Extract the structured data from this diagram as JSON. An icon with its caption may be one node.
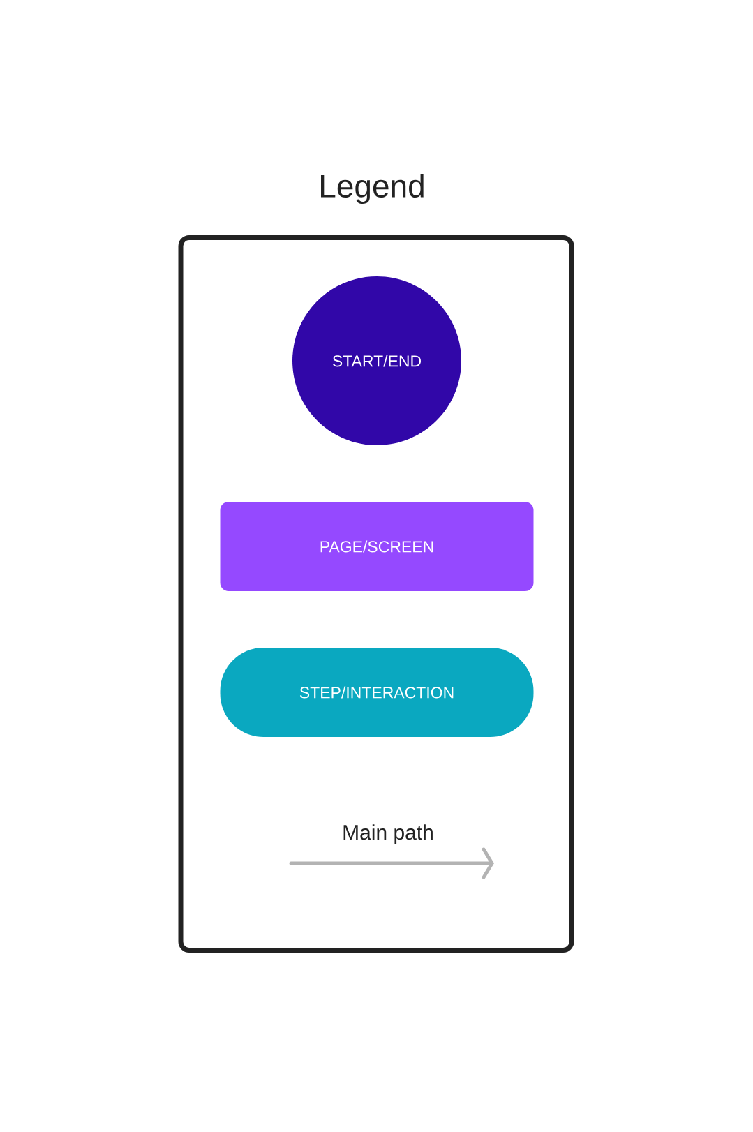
{
  "diagram": {
    "nodes": [
      {
        "text": [
          "Legend"
        ]
      },
      {
        "text": [
          "START/END"
        ],
        "in": 0
      },
      {
        "text": [
          "PAGE/SCREEN"
        ],
        "in": 0
      },
      {
        "text": [
          "STEP/INTERACTION"
        ],
        "in": 0
      }
    ],
    "legend": [
      {
        "text": "Main path"
      }
    ]
  }
}
